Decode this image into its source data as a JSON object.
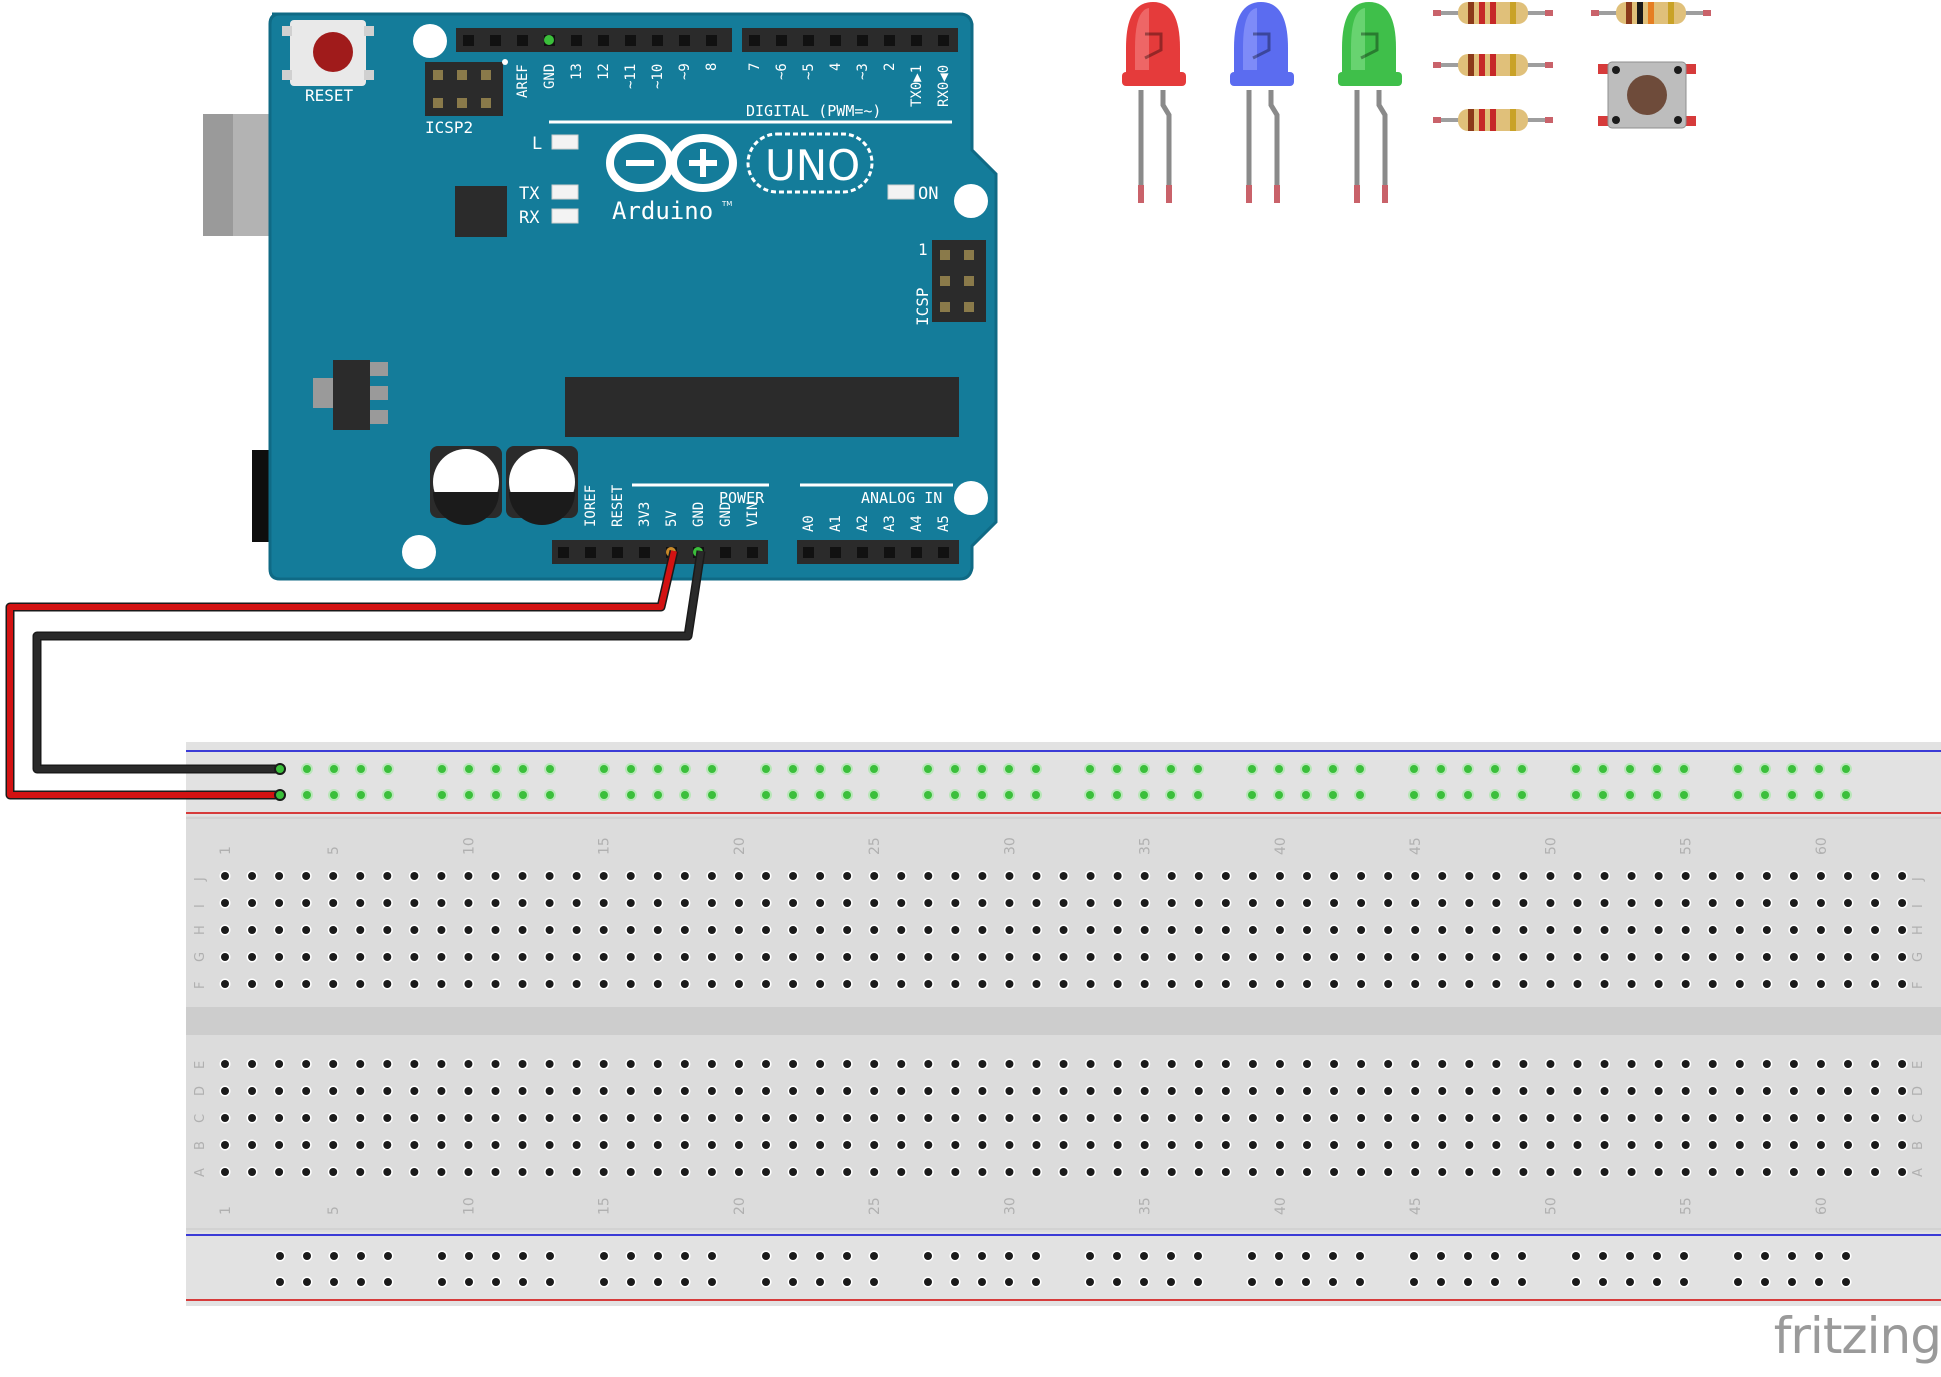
{
  "board": {
    "reset_label": "RESET",
    "icsp2_label": "ICSP2",
    "icsp_label": "ICSP",
    "icsp_pin1": "1",
    "digital_label": "DIGITAL (PWM=~)",
    "digital_pins": [
      "AREF",
      "GND",
      "13",
      "12",
      "~11",
      "~10",
      "~9",
      "8",
      "7",
      "~6",
      "~5",
      "4",
      "~3",
      "2",
      "TX0▶1",
      "RX0◀0"
    ],
    "led_l": "L",
    "led_tx": "TX",
    "led_rx": "RX",
    "led_on": "ON",
    "logo_uno": "UNO",
    "logo_arduino": "Arduino",
    "logo_tm": "TM",
    "power_label": "POWER",
    "power_pins": [
      "IOREF",
      "RESET",
      "3V3",
      "5V",
      "GND",
      "GND",
      "VIN"
    ],
    "analog_label": "ANALOG IN",
    "analog_pins": [
      "A0",
      "A1",
      "A2",
      "A3",
      "A4",
      "A5"
    ]
  },
  "breadboard": {
    "row_letters_top": [
      "J",
      "I",
      "H",
      "G",
      "F"
    ],
    "row_letters_bottom": [
      "E",
      "D",
      "C",
      "B",
      "A"
    ],
    "column_numbers": [
      "1",
      "5",
      "10",
      "15",
      "20",
      "25",
      "30",
      "35",
      "40",
      "45",
      "50",
      "55",
      "60"
    ],
    "columns": 63
  },
  "parts": {
    "leds": [
      {
        "color": "red",
        "body": "#e53b3b",
        "light": "#f58a8a"
      },
      {
        "color": "blue",
        "body": "#5b6cf0",
        "light": "#9aa6ff"
      },
      {
        "color": "green",
        "body": "#3fbf4a",
        "light": "#8be38f"
      }
    ],
    "resistor_count": 4,
    "pushbutton_count": 1
  },
  "wires": [
    {
      "name": "5V",
      "color": "#d31212"
    },
    {
      "name": "GND",
      "color": "#1a1a1a"
    }
  ],
  "colors": {
    "board": "#147c9a",
    "board_edge": "#0f6a85",
    "header": "#2b2b2b",
    "breadboard": "#dcdcdc",
    "rail_blue": "#3b3bd6",
    "rail_red": "#d63b3b",
    "hole_active": "#3bbf3b"
  },
  "brand": "fritzing"
}
